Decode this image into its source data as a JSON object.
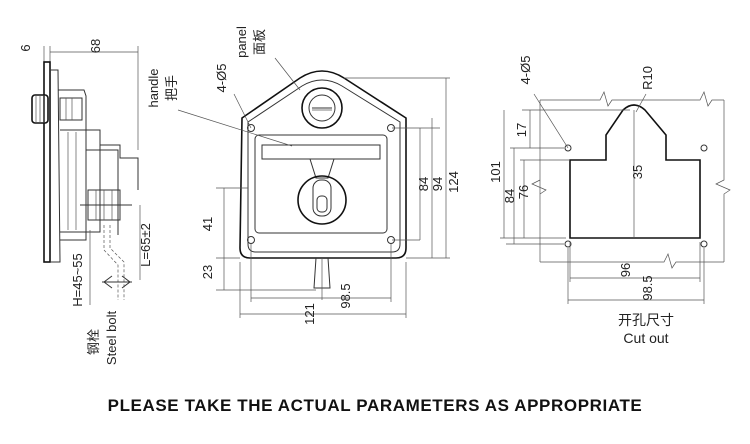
{
  "side_view": {
    "dim_top_6": "6",
    "dim_top_68": "68",
    "h_range": "H=45~55",
    "l_range": "L=65±2",
    "bolt_cn": "钢栓",
    "bolt_en": "Steel bolt"
  },
  "front_view": {
    "handle_en": "handle",
    "handle_cn": "把手",
    "panel_en": "panel",
    "panel_cn": "面板",
    "holes": "4-Ø5",
    "dim_41": "41",
    "dim_23": "23",
    "dim_84": "84",
    "dim_94": "94",
    "dim_124": "124",
    "dim_98_5": "98.5",
    "dim_121": "121"
  },
  "cutout_view": {
    "holes": "4-Ø5",
    "radius": "R10",
    "dim_17": "17",
    "dim_101": "101",
    "dim_84": "84",
    "dim_76": "76",
    "dim_35": "35",
    "dim_96": "96",
    "dim_98_5": "98.5",
    "caption_cn": "开孔尺寸",
    "caption_en": "Cut out"
  },
  "footer": {
    "note": "PLEASE TAKE THE ACTUAL PARAMETERS AS APPROPRIATE"
  }
}
